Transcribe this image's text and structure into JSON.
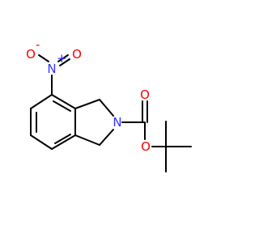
{
  "molecule": {
    "atoms": {
      "nitro_n": "N",
      "nitro_n_charge": "+",
      "nitro_o_minus": "O",
      "nitro_o_minus_charge": "-",
      "nitro_o": "O",
      "ring_n": "N",
      "carbonyl_o": "O",
      "ester_o": "O"
    },
    "colors": {
      "bond": "#000000",
      "nitrogen": "#3333ff",
      "oxygen": "#ff0000"
    }
  }
}
